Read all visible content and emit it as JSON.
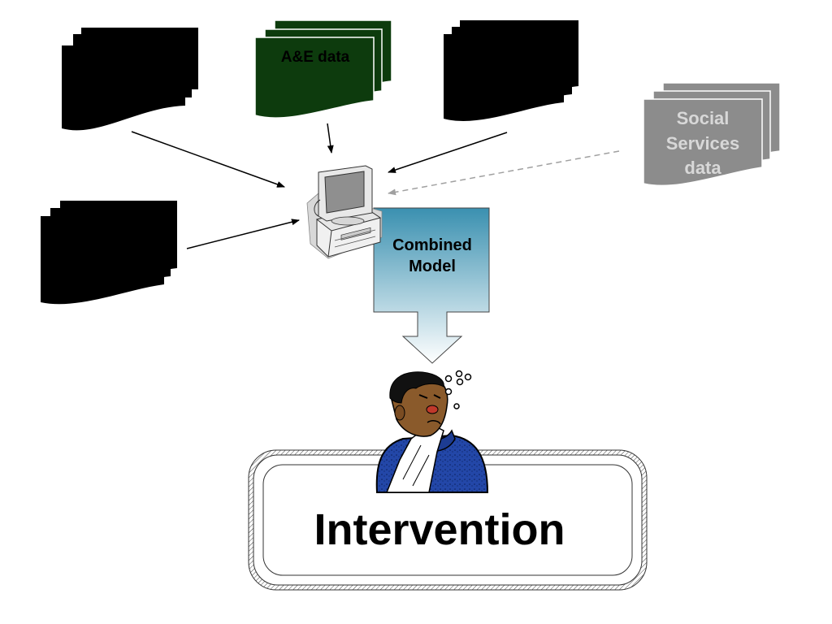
{
  "documents": {
    "ae": {
      "label": "A&E data",
      "fill": "#0d3b0d"
    },
    "social": {
      "line1": "Social",
      "line2": "Services",
      "line3": "data",
      "fill": "#8c8c8c"
    },
    "redacted_fill": "#000000"
  },
  "model": {
    "line1": "Combined",
    "line2": "Model"
  },
  "outcome": {
    "label": "Intervention"
  },
  "icons": {
    "computer": "desktop-computer-icon",
    "patient": "sick-person-icon"
  },
  "colors": {
    "model_gradient_top": "#3a90b0",
    "model_gradient_bottom": "#ffffff",
    "dashed_arrow": "#a0a0a0"
  }
}
